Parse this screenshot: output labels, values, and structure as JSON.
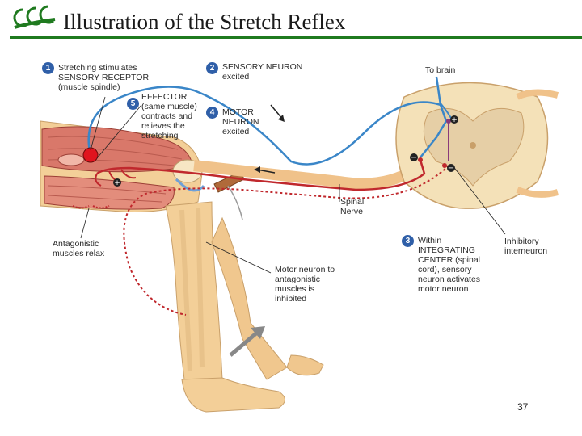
{
  "slide": {
    "title": "Illustration of the Stretch Reflex",
    "page_number": "37"
  },
  "steps": [
    {
      "number": "1",
      "text": "Stretching stimulates\nSENSORY RECEPTOR\n(muscle spindle)"
    },
    {
      "number": "2",
      "text": "SENSORY NEURON\nexcited"
    },
    {
      "number": "3",
      "text": "Within\nINTEGRATING\nCENTER (spinal\ncord), sensory\nneuron activates\nmotor neuron"
    },
    {
      "number": "4",
      "text": "MOTOR\nNEURON\nexcited"
    },
    {
      "number": "5",
      "text": "EFFECTOR\n(same muscle)\ncontracts and\nrelieves the\nstretching"
    }
  ],
  "labels": {
    "to_brain": "To brain",
    "spinal_nerve": "Spinal\nNerve",
    "inhibitory_interneuron": "Inhibitory\ninterneuron",
    "antagonistic_muscles": "Antagonistic\nmuscles relax",
    "motor_neuron_antagonistic": "Motor neuron to\nantagonistic\nmuscles is\ninhibited"
  },
  "colors": {
    "title_rule": "#1f7a1f",
    "sensory_neuron": "#3a86c8",
    "motor_neuron": "#c0282d",
    "muscle": "#d9786a",
    "skin": "#f3cf98",
    "spinal_cord": "#f4e1b8",
    "gray_matter": "#e6cfa6",
    "step_badge": "#2f5fa8"
  },
  "icons": {
    "logo": "green-spiral-logo-icon",
    "spindle": "red-circle-receptor-icon",
    "plus": "plus-sign-icon",
    "minus": "minus-sign-icon"
  }
}
